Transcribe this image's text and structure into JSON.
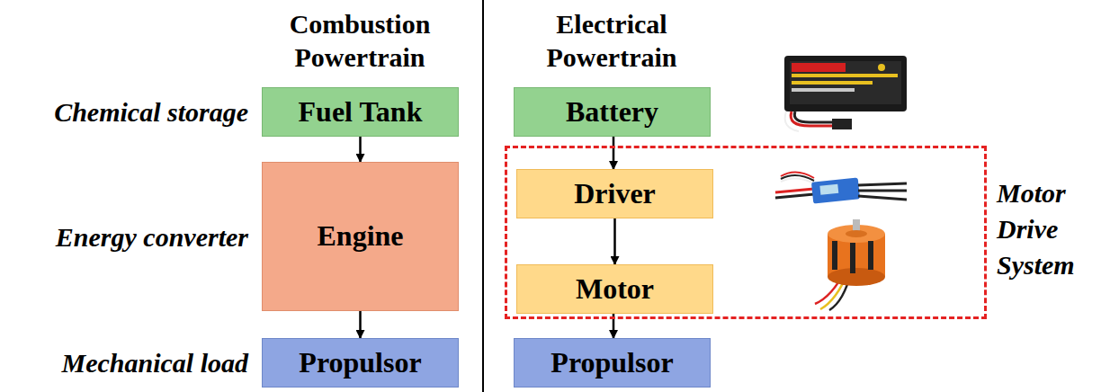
{
  "diagram": {
    "nodes": [
      {
        "text": [
          "Fuel Tank"
        ]
      },
      {
        "text": [
          "Engine"
        ]
      },
      {
        "text": [
          "Propulsor"
        ]
      },
      {
        "text": [
          "Battery"
        ]
      },
      {
        "text": [
          "Motor Drive System"
        ]
      },
      {
        "text": [
          "Driver"
        ],
        "in": 4
      },
      {
        "text": [
          "Motor"
        ],
        "in": 4
      },
      {
        "text": [
          "Propulsor"
        ]
      }
    ],
    "edges": [
      {
        "from": 0,
        "to": 1,
        "arrow": "to"
      },
      {
        "from": 1,
        "to": 2,
        "arrow": "to"
      },
      {
        "from": 3,
        "to": 5,
        "arrow": "to"
      },
      {
        "from": 5,
        "to": 6,
        "arrow": "to"
      },
      {
        "from": 6,
        "to": 7,
        "arrow": "to"
      }
    ],
    "labels": [
      "Combustion Powertrain",
      "Electrical Powertrain",
      "Chemical storage",
      "Energy converter",
      "Mechanical load"
    ]
  }
}
